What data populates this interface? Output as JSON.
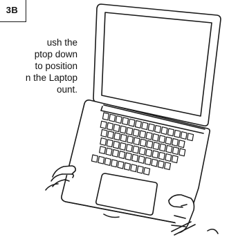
{
  "step": {
    "label": "3B"
  },
  "instruction": {
    "lines": [
      "ush the",
      "ptop down",
      "to position",
      "n the Laptop",
      "ount."
    ]
  },
  "illustration": {
    "subject": "laptop-mount-icon"
  },
  "colors": {
    "line": "#1a1a1a",
    "paper": "#ffffff"
  }
}
